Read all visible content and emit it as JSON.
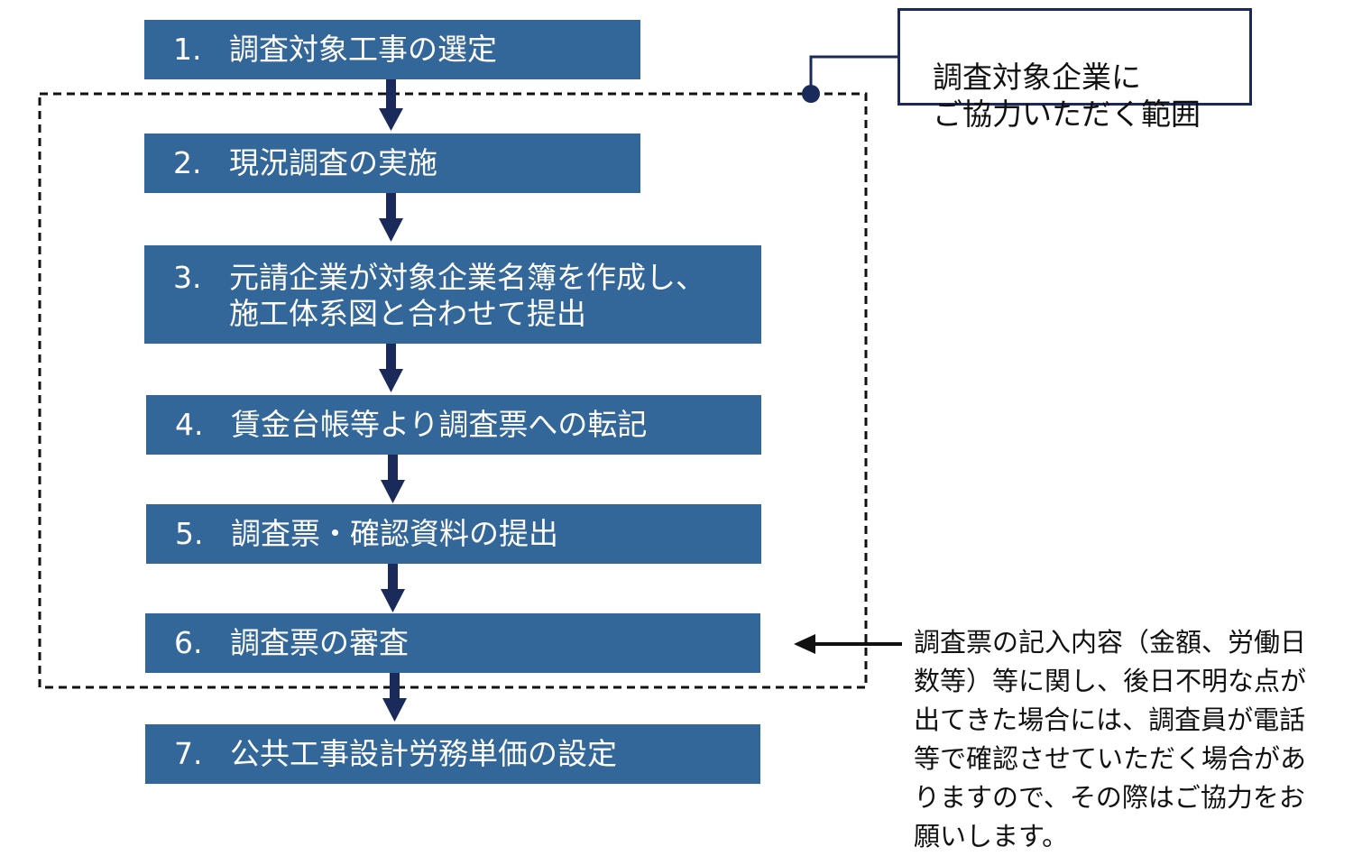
{
  "colors": {
    "step_fill": "#336699",
    "step_text": "#ffffff",
    "arrow": "#1a2a5a",
    "scope_line": "#111111",
    "legend_border": "#1a2a5a"
  },
  "steps": [
    {
      "num": "1.",
      "text": "調査対象工事の選定"
    },
    {
      "num": "2.",
      "text": "現況調査の実施"
    },
    {
      "num": "3.",
      "text": "元請企業が対象企業名簿を作成し、\n施工体系図と合わせて提出"
    },
    {
      "num": "4.",
      "text": "賃金台帳等より調査票への転記"
    },
    {
      "num": "5.",
      "text": "調査票・確認資料の提出"
    },
    {
      "num": "6.",
      "text": "調査票の審査"
    },
    {
      "num": "7.",
      "text": "公共工事設計労務単価の設定"
    }
  ],
  "legend": {
    "text": "調査対象企業に\nご協力いただく範囲"
  },
  "note": {
    "text": "調査票の記入内容（金額、労働日\n数等）等に関し、後日不明な点が\n出てきた場合には、調査員が電話\n等で確認させていただく場合があ\nりますので、その際はご協力をお\n願いします。"
  }
}
